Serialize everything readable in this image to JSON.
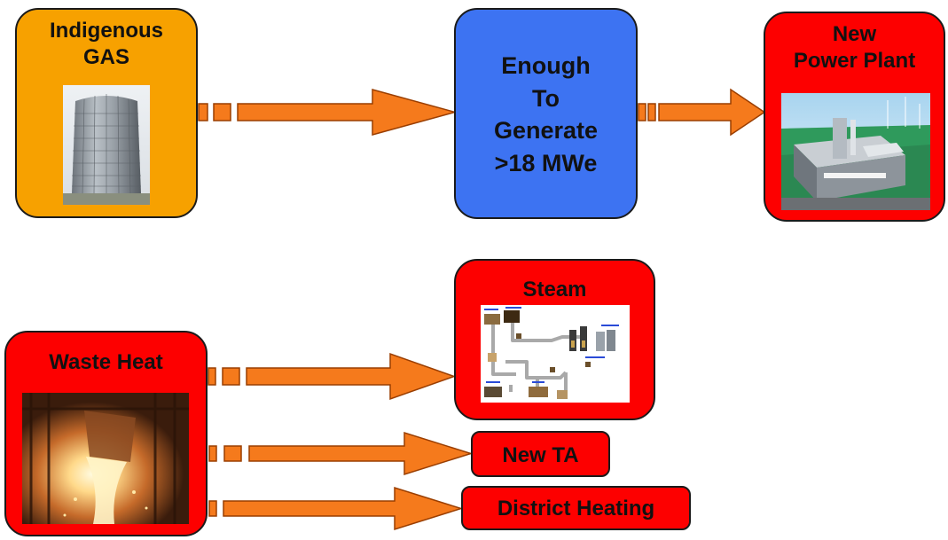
{
  "colors": {
    "orange_box": "#f7a100",
    "blue_box": "#3d73f2",
    "red_box": "#fd0000",
    "arrow_fill": "#f57a1c",
    "arrow_stroke": "#9a3e00",
    "outline": "#1a1a1a"
  },
  "top_row": {
    "gas": {
      "line1": "Indigenous",
      "line2": "GAS",
      "image": "gas-holder-photo"
    },
    "enough": {
      "line1": "Enough",
      "line2": "To",
      "line3": "Generate",
      "line4": ">18 MWe"
    },
    "power_plant": {
      "line1": "New",
      "line2": "Power Plant",
      "image": "power-plant-rendering"
    }
  },
  "bottom_row": {
    "waste_heat": {
      "label": "Waste Heat",
      "image": "molten-steel-ladle-photo"
    },
    "steam": {
      "label": "Steam",
      "image": "steam-network-schematic"
    },
    "new_ta": {
      "label": "New TA"
    },
    "district_heating": {
      "label": "District Heating"
    }
  },
  "arrows": [
    "gas-to-enough",
    "enough-to-power-plant",
    "waste-to-steam",
    "waste-to-new-ta",
    "waste-to-district-heating"
  ]
}
